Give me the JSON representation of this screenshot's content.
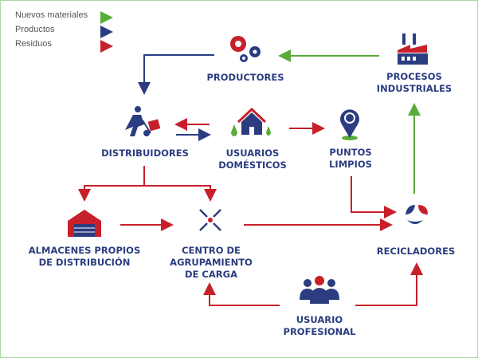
{
  "legend": [
    {
      "label": "Nuevos materiales",
      "color": "#5aac3a"
    },
    {
      "label": "Productos",
      "color": "#2b3d80"
    },
    {
      "label": "Residuos",
      "color": "#c8202a"
    }
  ],
  "nodes": {
    "productores": [
      "PRODUCTORES"
    ],
    "procesos": [
      "PROCESOS",
      "INDUSTRIALES"
    ],
    "distribuidores": [
      "DISTRIBUIDORES"
    ],
    "usuarios": [
      "USUARIOS",
      "DOMÉSTICOS"
    ],
    "puntos": [
      "PUNTOS",
      "LIMPIOS"
    ],
    "almacenes": [
      "ALMACENES PROPIOS",
      "DE DISTRIBUCIÓN"
    ],
    "centro": [
      "CENTRO DE",
      "AGRUPAMIENTO",
      "DE CARGA"
    ],
    "recicladores": [
      "RECICLADORES"
    ],
    "profesional": [
      "USUARIO",
      "PROFESIONAL"
    ]
  },
  "colors": {
    "blue": "#2b3d80",
    "red": "#c8202a",
    "green": "#5aac3a"
  }
}
